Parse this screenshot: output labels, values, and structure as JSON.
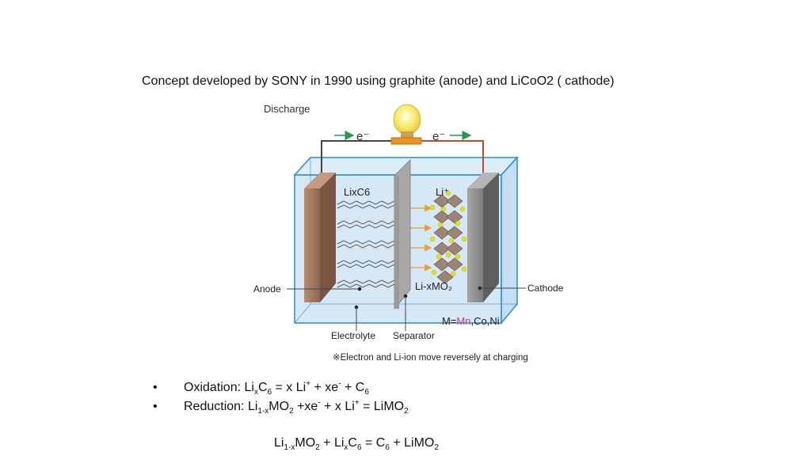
{
  "heading": "Concept developed by SONY in 1990 using graphite (anode)  and LiCoO2 ( cathode)",
  "diagram": {
    "title": "Discharge",
    "electron_left": "e⁻",
    "electron_right": "e⁻",
    "anode_material": "LixC6",
    "li_ion": "Li⁺",
    "cathode_material": "Li-xMO₂",
    "anode": "Anode",
    "cathode": "Cathode",
    "electrolyte": "Electrolyte",
    "separator": "Separator",
    "metals_prefix": "M=",
    "metals_mn": "Mn",
    "metals_rest": ",Co,Ni",
    "note": "※Electron and Li-ion move reversely at charging",
    "colors": {
      "anode_plate": "#a57a62",
      "cathode_plate": "#8c8c8c",
      "electrolyte": "#cfe4f4",
      "wire_anode": "#444444",
      "wire_cathode": "#d0452e",
      "arrow_electron": "#2a9a4a",
      "arrow_ion": "#e8a030",
      "li_dot": "#e2e024",
      "mn_text": "#c0399b"
    }
  },
  "reactions": {
    "bullet": "•",
    "oxidation": {
      "label": "Oxidation:  ",
      "li": "Li",
      "x1": "x",
      "c": "C",
      "six1": "6",
      "mid": " = x Li",
      "plus": "+",
      "mid2": " + xe",
      "minus": "-",
      "end": " + C",
      "six2": "6"
    },
    "reduction": {
      "label": "Reduction:   ",
      "li": "Li",
      "sub1": "1-x",
      "mo": "MO",
      "two1": "2",
      "mid": " +xe",
      "minus": "-",
      "mid2": " + x Li",
      "plus": "+",
      "end": " = LiMO",
      "two2": "2"
    },
    "overall": {
      "li": "Li",
      "sub1": "1-x",
      "mo": "MO",
      "two1": "2",
      "plus_li": " + Li",
      "x": "x",
      "c": "C",
      "six1": "6",
      "eq": "  = C",
      "six2": "6",
      "end": " + LiMO",
      "two2": "2"
    }
  }
}
